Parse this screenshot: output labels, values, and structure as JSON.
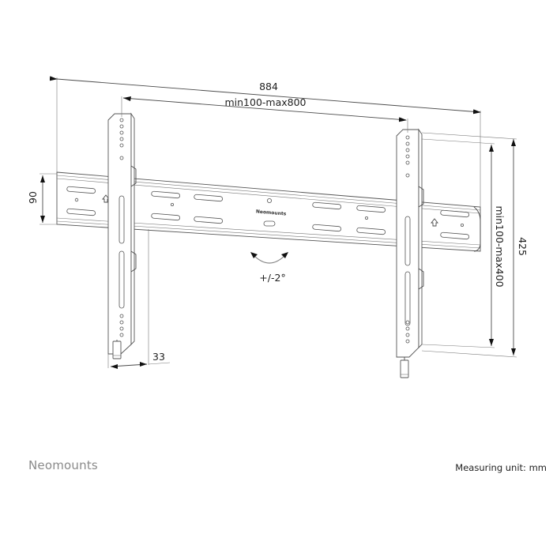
{
  "diagram": {
    "title": "Flat TV wall mount technical drawing",
    "dimensions": {
      "overall_width": "884",
      "vesa_horizontal": "min100-max800",
      "rail_height": "90",
      "vesa_vertical": "min100-max400",
      "overall_height": "425",
      "wall_distance": "33"
    },
    "tilt_label": "+/-2°",
    "rail_brand": "Neomounts"
  },
  "footer": {
    "brand": "Neomounts",
    "unit": "Measuring unit: mm"
  }
}
